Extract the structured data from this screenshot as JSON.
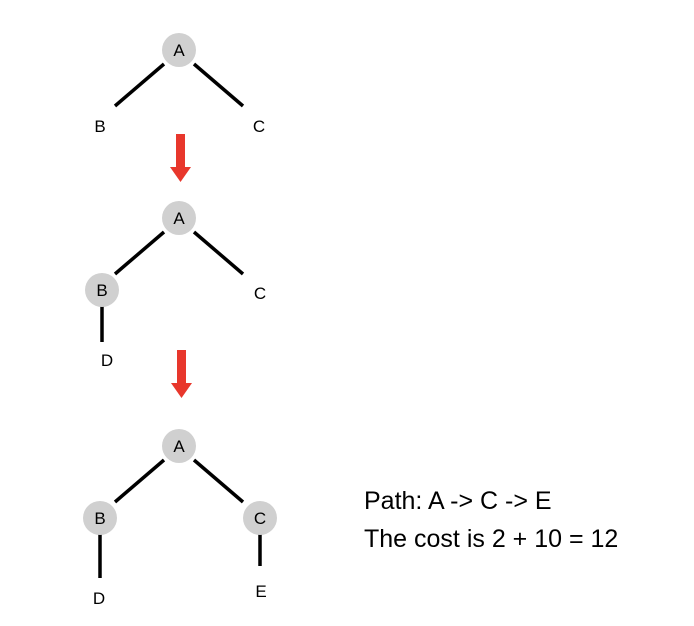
{
  "colors": {
    "edge": "#000000",
    "node_fill": "#d0d0d0",
    "arrow": "#e8372c",
    "text": "#000000"
  },
  "stage1": {
    "a": "A",
    "b": "B",
    "c": "C"
  },
  "stage2": {
    "a": "A",
    "b": "B",
    "c": "C",
    "d": "D"
  },
  "stage3": {
    "a": "A",
    "b": "B",
    "c": "C",
    "d": "D",
    "e": "E"
  },
  "caption": {
    "path": "Path: A -> C -> E",
    "cost": "The cost is 2 + 10 = 12"
  }
}
